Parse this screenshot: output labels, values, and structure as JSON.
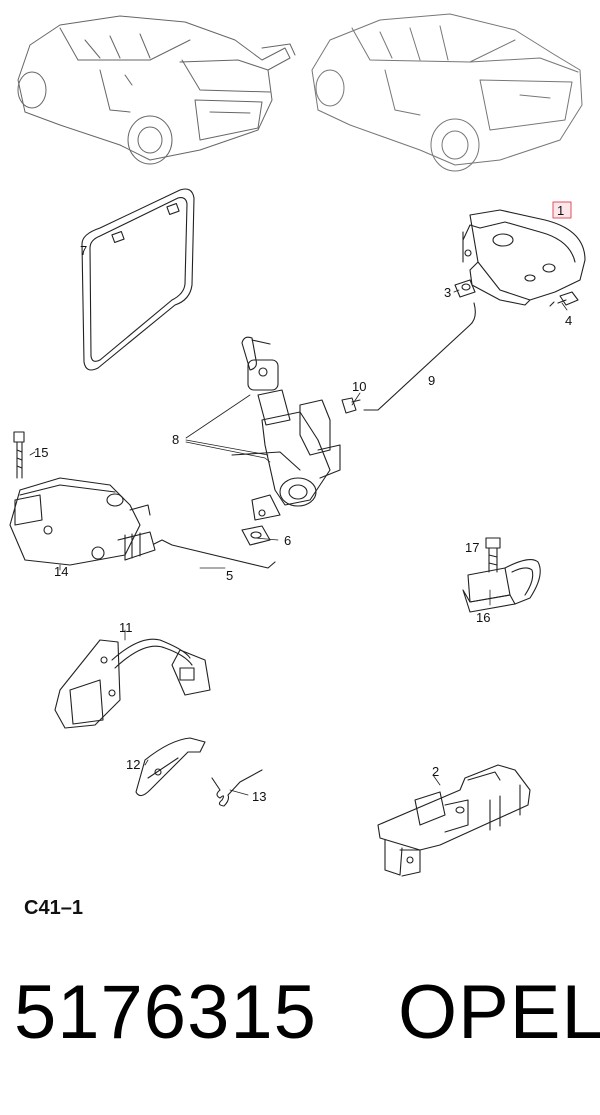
{
  "diagram": {
    "callouts": {
      "p1": "1",
      "p2": "2",
      "p3": "3",
      "p4": "4",
      "p5": "5",
      "p6": "6",
      "p7": "7",
      "p8": "8",
      "p9": "9",
      "p10": "10",
      "p11": "11",
      "p12": "12",
      "p13": "13",
      "p14": "14",
      "p15": "15",
      "p16": "16",
      "p17": "17"
    },
    "highlight_color": "#e05060"
  },
  "footer": {
    "code": "C41–1",
    "part_number": "5176315",
    "brand": "OPEL"
  }
}
